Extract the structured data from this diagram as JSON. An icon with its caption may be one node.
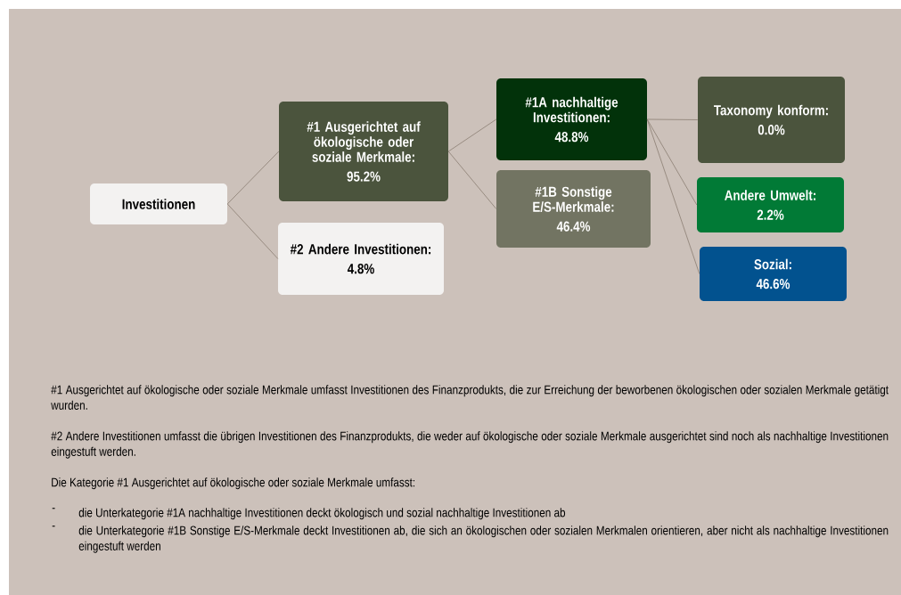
{
  "diagram": {
    "nodes": [
      {
        "text": [
          "Investitionen"
        ]
      },
      {
        "text": [
          "#1 Ausgerichtet auf ökologische oder soziale Merkmale:",
          "95.2%"
        ]
      },
      {
        "text": [
          "#2 Andere Investitionen:",
          "4.8%"
        ]
      },
      {
        "text": [
          "#1A nachhaltige Investitionen:",
          "48.8%"
        ]
      },
      {
        "text": [
          "#1B Sonstige E/S-Merkmale:",
          "46.4%"
        ]
      },
      {
        "text": [
          "Taxonomy konform:",
          "0.0%"
        ]
      },
      {
        "text": [
          "Andere Umwelt:",
          "2.2%"
        ]
      },
      {
        "text": [
          "Sozial:",
          "46.6%"
        ]
      }
    ],
    "edges": [
      {
        "from": 0,
        "to": 1,
        "arrow": "none"
      },
      {
        "from": 0,
        "to": 2,
        "arrow": "none"
      },
      {
        "from": 1,
        "to": 3,
        "arrow": "none"
      },
      {
        "from": 1,
        "to": 4,
        "arrow": "none"
      },
      {
        "from": 3,
        "to": 5,
        "arrow": "none"
      },
      {
        "from": 3,
        "to": 6,
        "arrow": "none"
      },
      {
        "from": 3,
        "to": 7,
        "arrow": "none"
      }
    ],
    "labels": [
      "#1 Ausgerichtet auf ökologische oder soziale Merkmale umfasst Investitionen des Finanzprodukts, die zur Erreichung der beworbenen ökologischen oder sozialen Merkmale getätigt wurden.",
      "#2 Andere Investitionen umfasst die übrigen Investitionen des Finanzprodukts, die weder auf ökologische oder soziale Merkmale ausgerichtet sind noch als nachhaltige Investitionen eingestuft werden.",
      "Die Kategorie #1 Ausgerichtet auf ökologische oder soziale Merkmale umfasst:",
      "-",
      "die Unterkategorie #1A nachhaltige Investitionen deckt ökologisch und sozial nachhaltige Investitionen ab",
      "-",
      "die Unterkategorie #1B Sonstige E/S-Merkmale deckt Investitionen ab, die sich an ökologischen oder sozialen Merkmalen orientieren, aber nicht als nachhaltige Investitionen eingestuft werden"
    ]
  }
}
